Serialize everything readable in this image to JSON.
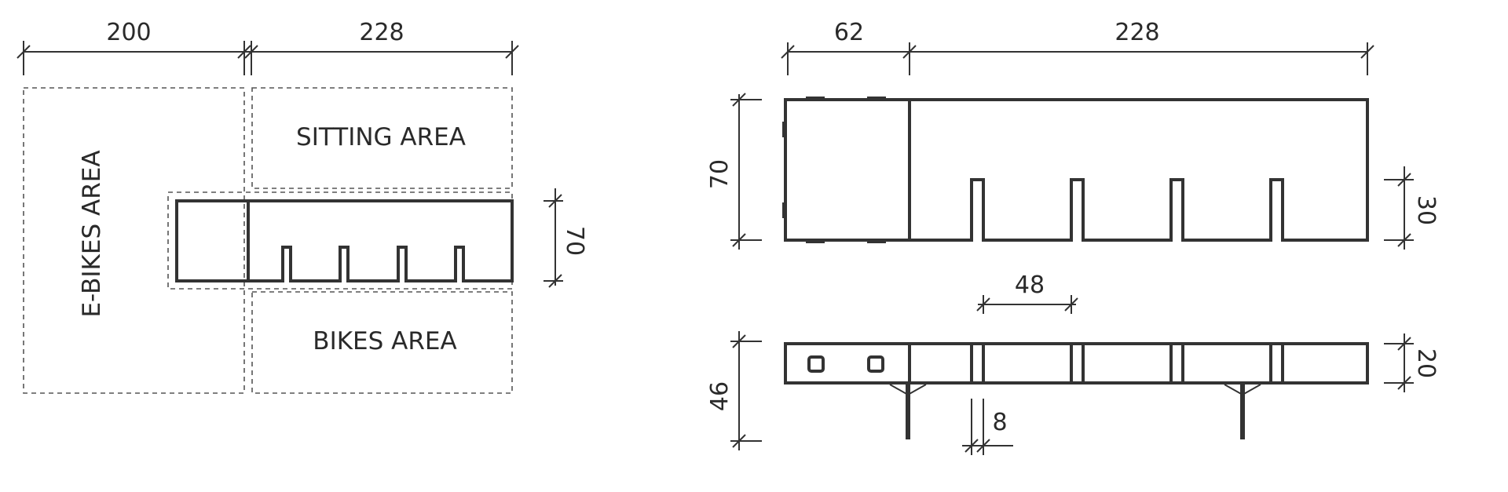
{
  "plan_view": {
    "dims": {
      "ebike_width": "200",
      "bench_length": "228",
      "depth": "70"
    },
    "areas": {
      "ebikes": "E-BIKES AREA",
      "sitting": "SITTING AREA",
      "bikes": "BIKES AREA"
    }
  },
  "elevation_top": {
    "dims": {
      "end_block": "62",
      "bench_length": "228",
      "height": "70",
      "slot_depth": "30"
    }
  },
  "elevation_bottom": {
    "dims": {
      "slot_spacing": "48",
      "total_height": "46",
      "thickness": "20",
      "slot_width": "8"
    }
  }
}
